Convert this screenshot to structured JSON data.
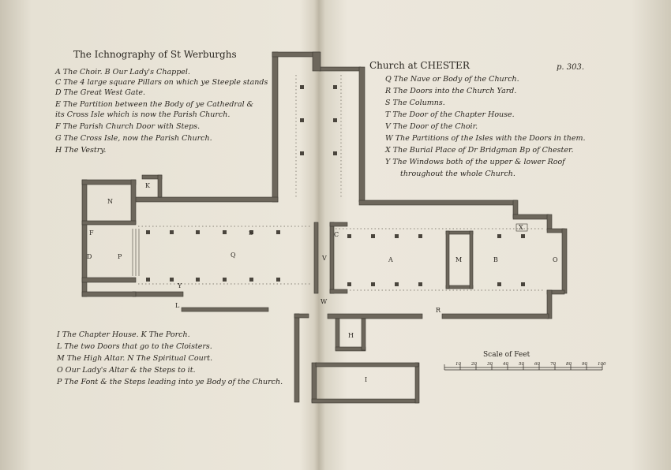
{
  "title_left": "The Ichnography of St Werburghs",
  "title_right": "Church at CHESTER",
  "page_ref": "p. 303.",
  "legend_top_left": [
    "A The Choir.  B Our Lady's Chappel.",
    "C The 4 large square Pillars on which ye Steeple stands",
    "D The Great West Gate.",
    "E The Partition between the Body of ye Cathedral &",
    "its Cross Isle which is now the Parish Church.",
    "F The Parish Church Door with Steps.",
    "G The Cross Isle, now the Parish Church.",
    "H The Vestry."
  ],
  "legend_top_right": [
    "Q The Nave or Body of the Church.",
    "R The Doors into the Church Yard.",
    "S The Columns.",
    "T The Door of the Chapter House.",
    "V The Door of the Choir.",
    "W The Partitions of the Isles with the Doors in them.",
    "X The Burial Place of Dr Bridgman Bp of Chester.",
    "Y The Windows both of the upper & lower Roof",
    "throughout the whole Church."
  ],
  "legend_bottom_left": [
    "I The Chapter House.  K The Porch.",
    "L The two Doors that go to the Cloisters.",
    "M The High Altar.  N The Spiritual Court.",
    "O Our Lady's Altar & the Steps to it.",
    "P The Font & the Steps leading into ye Body of the Church."
  ],
  "plan_labels": [
    "N",
    "K",
    "F",
    "P",
    "D",
    "Q",
    "Y",
    "L",
    "A",
    "M",
    "B",
    "O",
    "X",
    "C",
    "V",
    "W",
    "R",
    "H",
    "I",
    "S"
  ],
  "scale": {
    "title": "Scale of Feet",
    "ticks": [
      "10",
      "20",
      "30",
      "40",
      "50",
      "60",
      "70",
      "80",
      "90",
      "100"
    ]
  }
}
